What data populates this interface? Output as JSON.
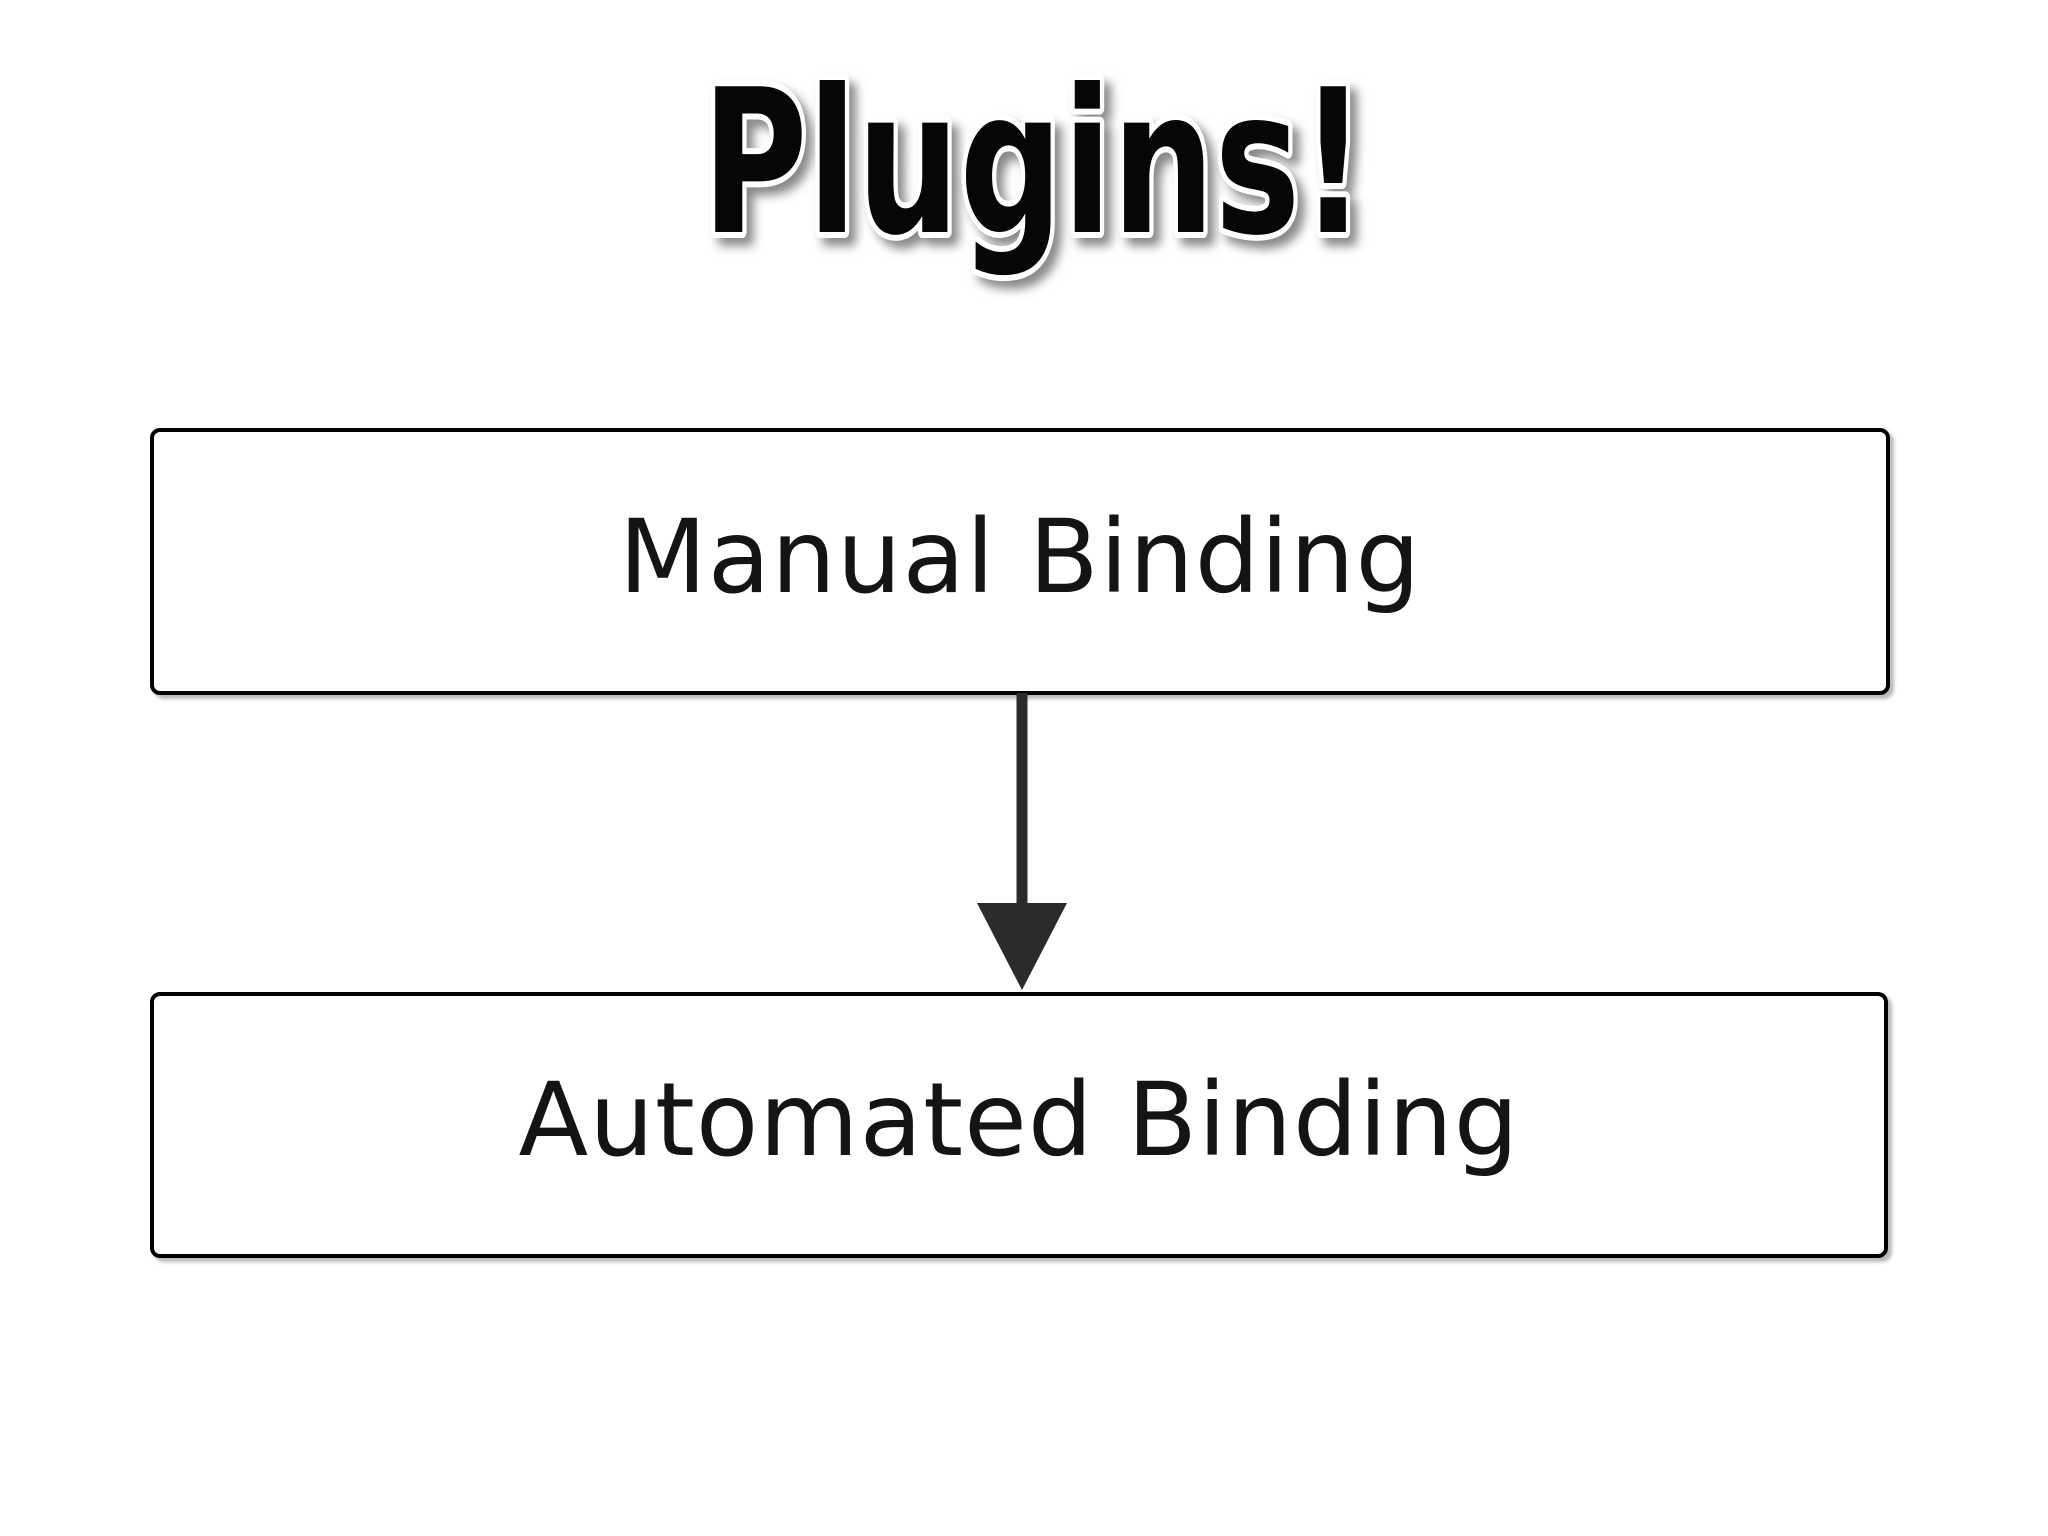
{
  "slide": {
    "title": "Plugins!",
    "background": "#ffffff"
  },
  "diagram": {
    "nodes": [
      {
        "id": "manual-binding",
        "label": "Manual Binding"
      },
      {
        "id": "automated-binding",
        "label": "Automated Binding"
      }
    ],
    "edges": [
      {
        "from": "manual-binding",
        "to": "automated-binding",
        "direction": "down",
        "style": "solid-arrow"
      }
    ],
    "colors": {
      "node_background": "#ffffff",
      "node_border": "#000000",
      "node_text": "#141414",
      "arrow": "#2b2b2b",
      "title_fill": "#060606",
      "title_outline": "#ffffff"
    }
  }
}
